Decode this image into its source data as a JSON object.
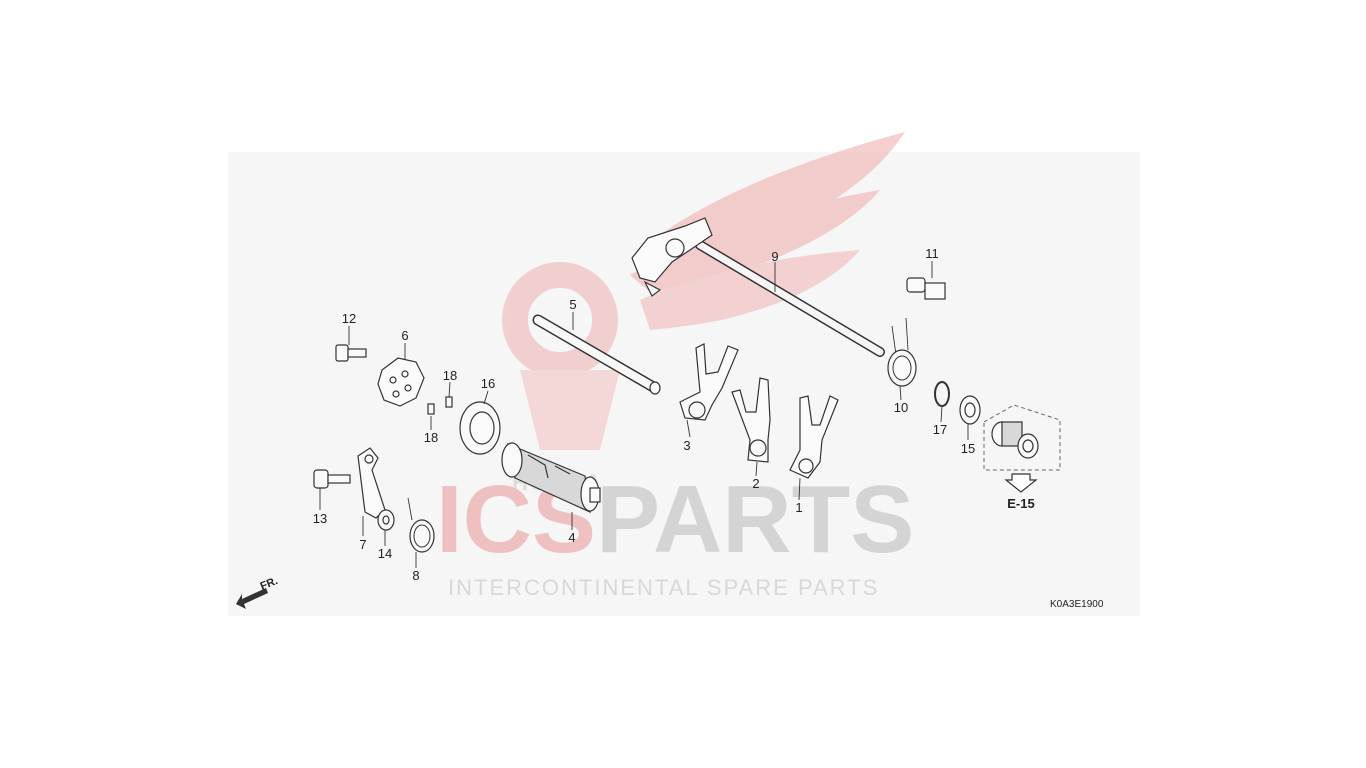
{
  "watermark": {
    "brand_left": "ICS",
    "brand_right": "PARTS",
    "tagline": "INTERCONTINENTAL SPARE PARTS",
    "logo_text": "HONDA",
    "colors": {
      "red": "#e8a0a0",
      "gray": "#d2d2d2"
    }
  },
  "diagram": {
    "code": "K0A3E1900",
    "reference": "E-15",
    "direction_label": "FR.",
    "callouts": {
      "c1": "1",
      "c2": "2",
      "c3": "3",
      "c4": "4",
      "c5": "5",
      "c6": "6",
      "c7": "7",
      "c8": "8",
      "c9": "9",
      "c10": "10",
      "c11": "11",
      "c12": "12",
      "c13": "13",
      "c14": "14",
      "c15": "15",
      "c16": "16",
      "c17": "17",
      "c18a": "18",
      "c18b": "18"
    }
  }
}
